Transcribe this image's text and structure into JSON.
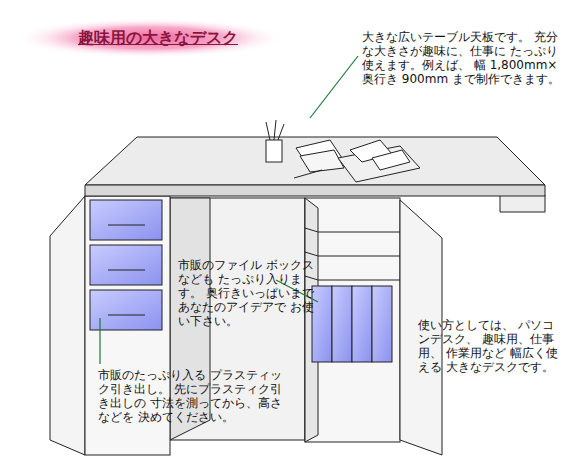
{
  "diagram": {
    "title": "趣味用の大きなデスク",
    "labels": [
      "大きな広いテーブル天板です。 充分な大きさが趣味に、仕事に たっぷり使えます。例えば、 幅 1,800mm× 奥行き 900mm まで制作できます。",
      "市販のファイル ボックスなども たっぷり入ります。 奥行きいっぱいまで あなたのアイデアで お使い下さい。",
      "使い方としては、 パソコンデスク、 趣味用、仕事用、 作業用など 幅広く使える 大きなデスクです。",
      "市販のたっぷり入る プラスティック引き出し。 先にプラスティク引き出しの 寸法を測ってから、高さなどを 決めてください。"
    ]
  }
}
